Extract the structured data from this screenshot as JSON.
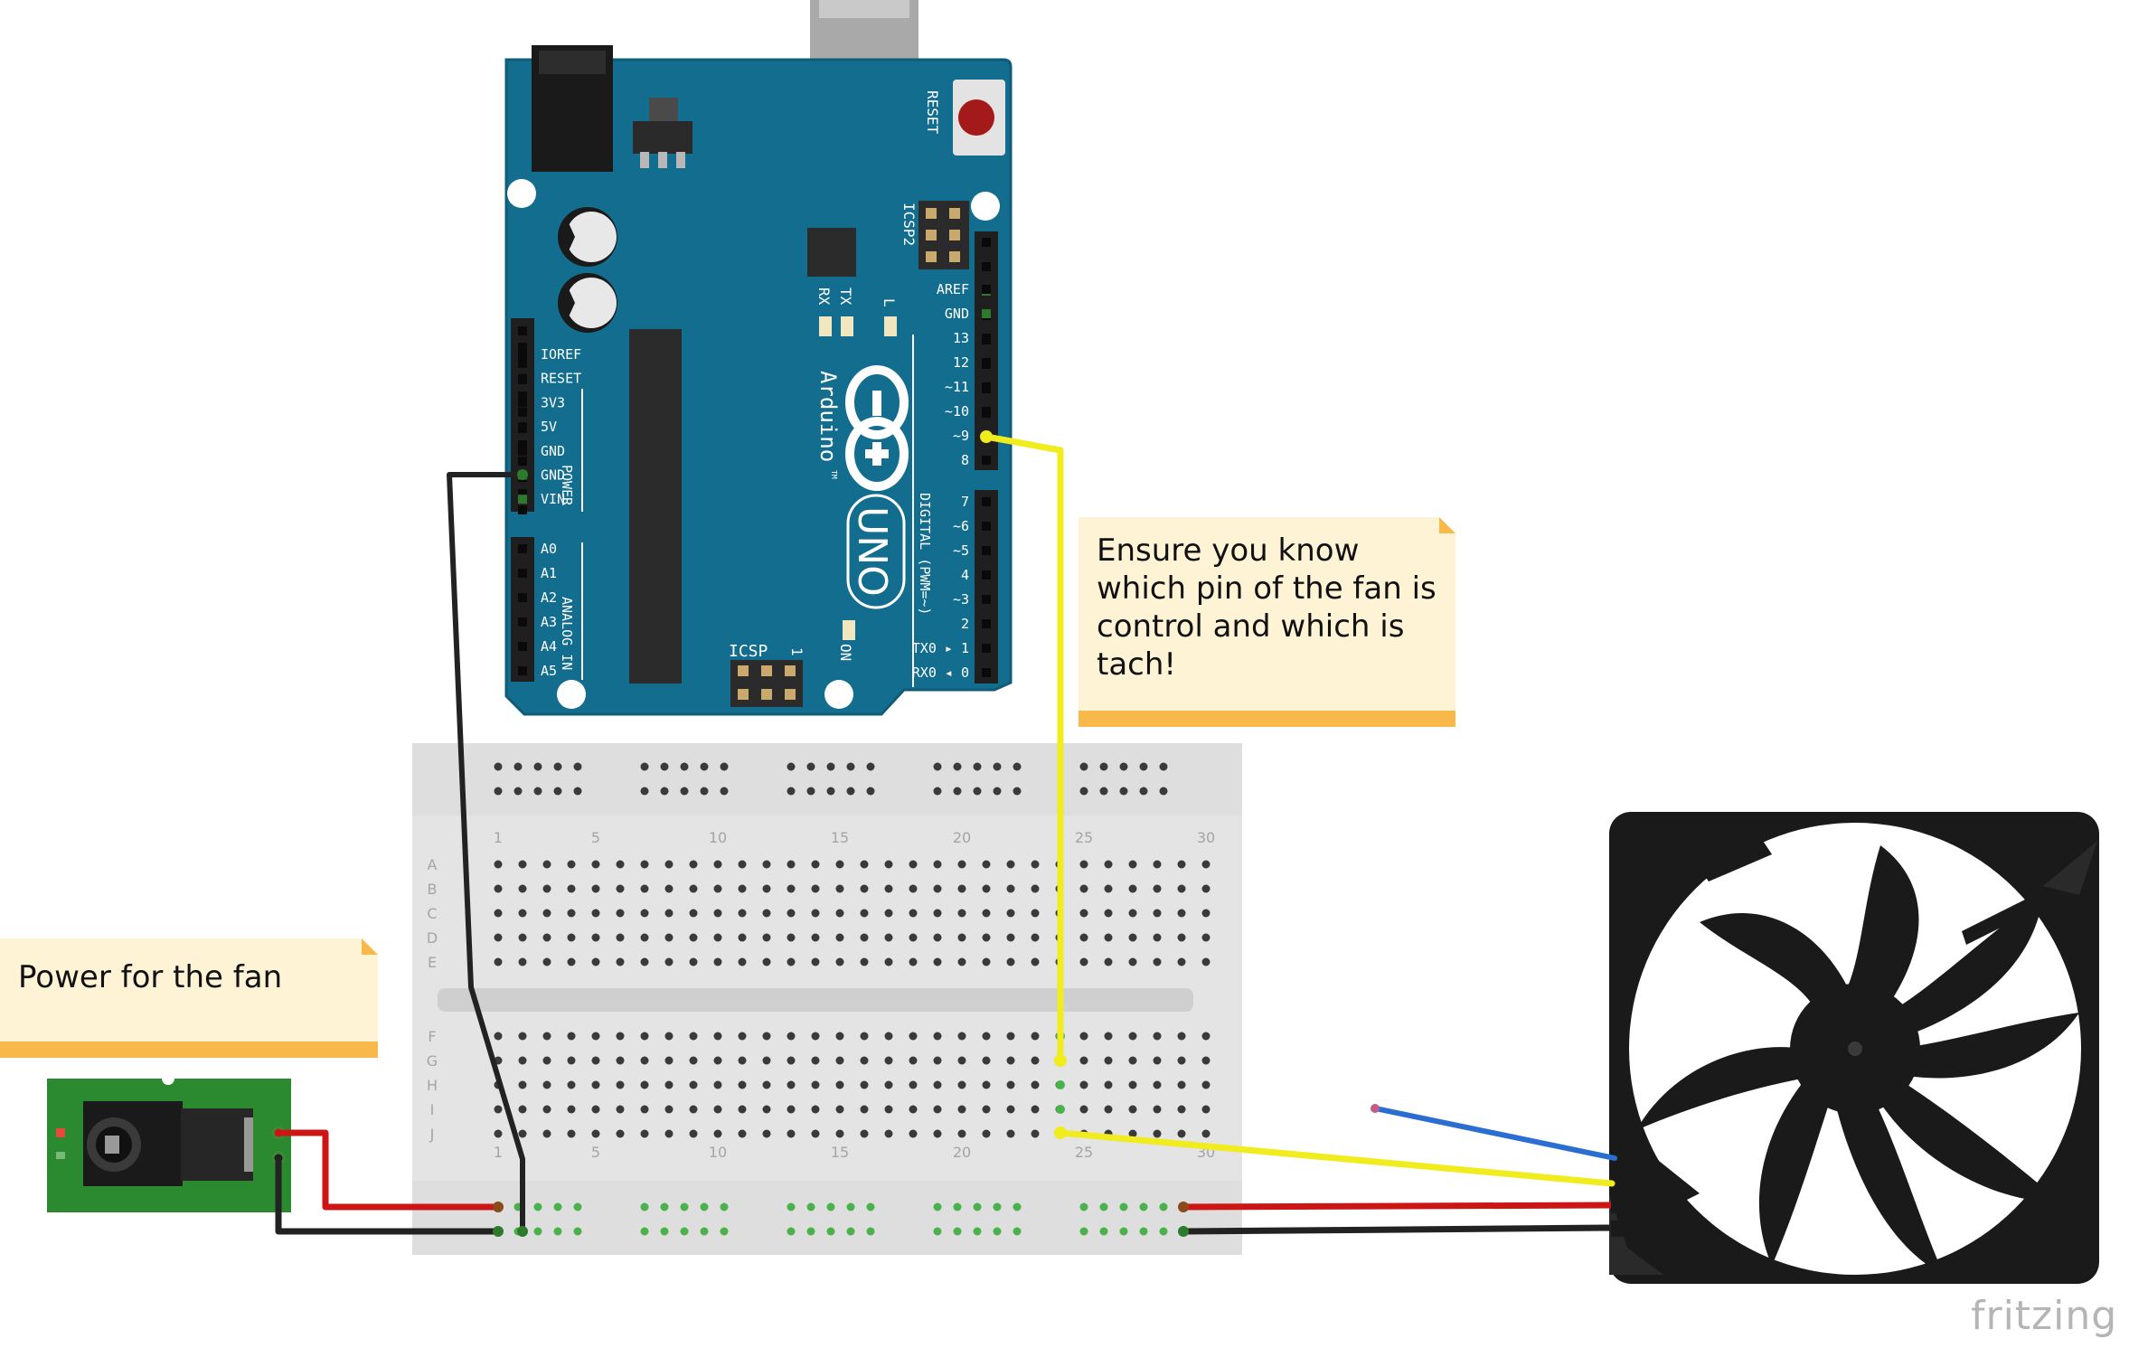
{
  "notes": {
    "top": "Ensure you know\nwhich pin of the fan is\ncontrol and which is\ntach!",
    "left": "Power for the fan"
  },
  "watermark": "fritzing",
  "arduino": {
    "reset": "RESET",
    "icsp2": "ICSP2",
    "icsp": "ICSP",
    "icsp_pin1": "1",
    "tx": "TX",
    "rx": "RX",
    "l": "L",
    "on": "ON",
    "brand": "Arduino",
    "tm": "TM",
    "model": "UNO",
    "power_group": "POWER",
    "analog_group": "ANALOG IN",
    "digital_group": "DIGITAL (PWM=~)",
    "power_pins": [
      "IOREF",
      "RESET",
      "3V3",
      "5V",
      "GND",
      "GND",
      "VIN"
    ],
    "analog_pins": [
      "A0",
      "A1",
      "A2",
      "A3",
      "A4",
      "A5"
    ],
    "digital_top": [
      "AREF",
      "GND",
      "13",
      "12",
      "~11",
      "~10",
      "~9",
      "8"
    ],
    "digital_bottom": [
      "7",
      "~6",
      "~5",
      "4",
      "~3",
      "2",
      "TX0 ▸ 1",
      "RX0 ◂ 0"
    ]
  },
  "breadboard": {
    "columns": [
      "1",
      "5",
      "10",
      "15",
      "20",
      "25",
      "30"
    ],
    "rows_top": [
      "A",
      "B",
      "C",
      "D",
      "E"
    ],
    "rows_bottom": [
      "F",
      "G",
      "H",
      "I",
      "J"
    ]
  },
  "colors": {
    "board": "#136d8f",
    "wire_yellow": "#f0ec1e",
    "wire_black": "#222222",
    "wire_red": "#cc1616",
    "wire_blue": "#2a6ed1",
    "note_fill": "#fff3d6",
    "note_accent": "#f9b84a",
    "pcb_green": "#2b8a2f"
  }
}
